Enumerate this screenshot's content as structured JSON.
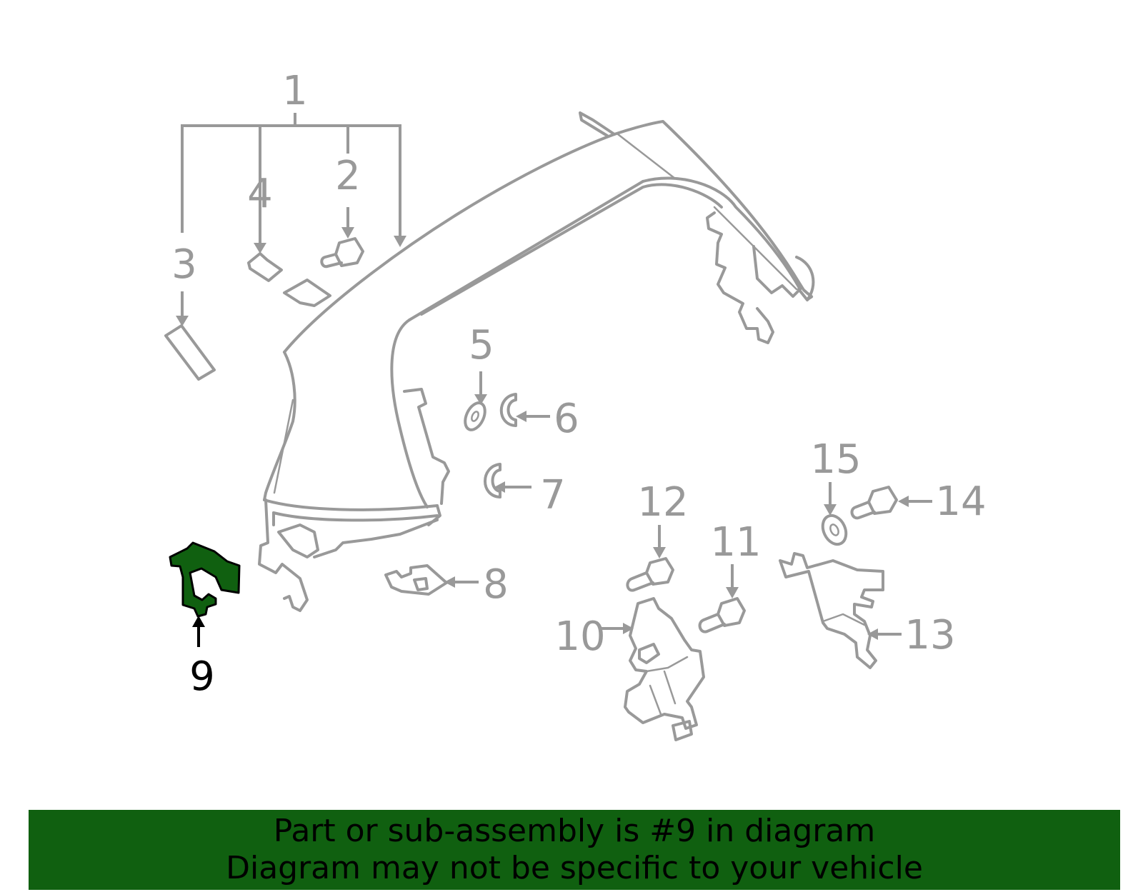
{
  "diagram": {
    "selected_part": "9",
    "labels": [
      "1",
      "2",
      "3",
      "4",
      "5",
      "6",
      "7",
      "8",
      "9",
      "10",
      "11",
      "12",
      "13",
      "14",
      "15"
    ]
  },
  "banner": {
    "line1": "Part or sub-assembly is #9 in diagram",
    "line2": "Diagram may not be specific to your vehicle"
  },
  "colors": {
    "outline": "#999999",
    "highlight_fill": "#106010",
    "banner_bg": "#106010",
    "text": "#000000"
  }
}
